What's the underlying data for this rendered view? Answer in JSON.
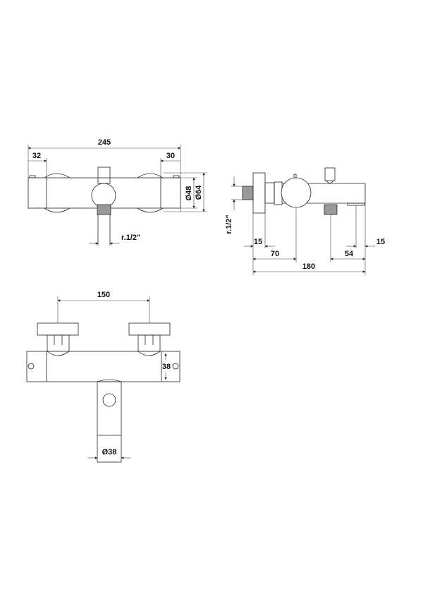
{
  "drawing": {
    "front_view": {
      "overall_width": "245",
      "left_offset": "32",
      "right_offset": "30",
      "inner_diameter": "Ø48",
      "outer_diameter": "Ø64",
      "thread": "r.1/2\""
    },
    "side_view": {
      "thread": "r.1/2\"",
      "plate_depth": "15",
      "to_knob_axis": "70",
      "outlet_offset": "54",
      "right_end": "15",
      "overall_depth": "180"
    },
    "top_view": {
      "handle_spacing": "150",
      "body_height": "38",
      "spout_diameter": "Ø38"
    }
  }
}
